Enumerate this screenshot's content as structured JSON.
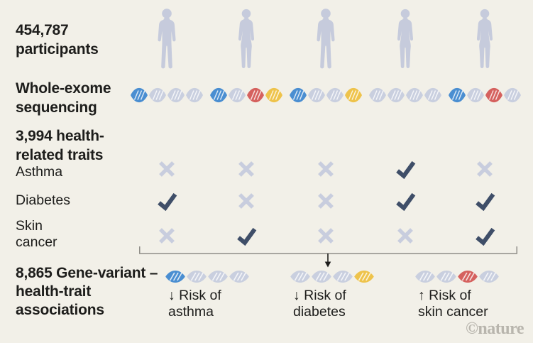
{
  "palette": {
    "background": "#f2f0e8",
    "text": "#1d1d1b",
    "silhouette": "#c6cbdc",
    "check": "#3f4e68",
    "cross": "#c8cdde",
    "dna_base": "#c9cfdf",
    "dna_blue": "#4a8ed1",
    "dna_red": "#d5615e",
    "dna_yellow": "#eec34b",
    "bracket": "#8f8d87",
    "arrow": "#1d1d1b",
    "logo": "#b8b5ad"
  },
  "left_labels": {
    "participants": "454,787\nparticipants",
    "sequencing": "Whole-exome\nsequencing",
    "traits_count": "3,994 health-\nrelated traits"
  },
  "cohort": {
    "columns": [
      {
        "person": "male",
        "dna": [
          "blue",
          "base",
          "base",
          "base"
        ]
      },
      {
        "person": "female",
        "dna": [
          "blue",
          "base",
          "red",
          "yellow"
        ]
      },
      {
        "person": "male",
        "dna": [
          "blue",
          "base",
          "base",
          "yellow"
        ]
      },
      {
        "person": "female",
        "dna": [
          "base",
          "base",
          "base",
          "base"
        ]
      },
      {
        "person": "female",
        "dna": [
          "blue",
          "base",
          "red",
          "base"
        ]
      }
    ]
  },
  "traits": [
    {
      "label": "Asthma",
      "marks": [
        "cross",
        "cross",
        "cross",
        "check",
        "cross"
      ]
    },
    {
      "label": "Diabetes",
      "marks": [
        "check",
        "cross",
        "cross",
        "check",
        "check"
      ]
    },
    {
      "label": "Skin\ncancer",
      "marks": [
        "cross",
        "check",
        "cross",
        "cross",
        "check"
      ]
    }
  ],
  "associations": {
    "label": "8,865 Gene-variant –\nhealth-trait\nassociations",
    "items": [
      {
        "dna": [
          "blue",
          "base",
          "base",
          "base"
        ],
        "caption": "↓ Risk of\nasthma"
      },
      {
        "dna": [
          "base",
          "base",
          "base",
          "yellow"
        ],
        "caption": "↓ Risk of\ndiabetes"
      },
      {
        "dna": [
          "base",
          "base",
          "red",
          "base"
        ],
        "caption": "↑ Risk of\nskin cancer"
      }
    ]
  },
  "credit": "©nature"
}
